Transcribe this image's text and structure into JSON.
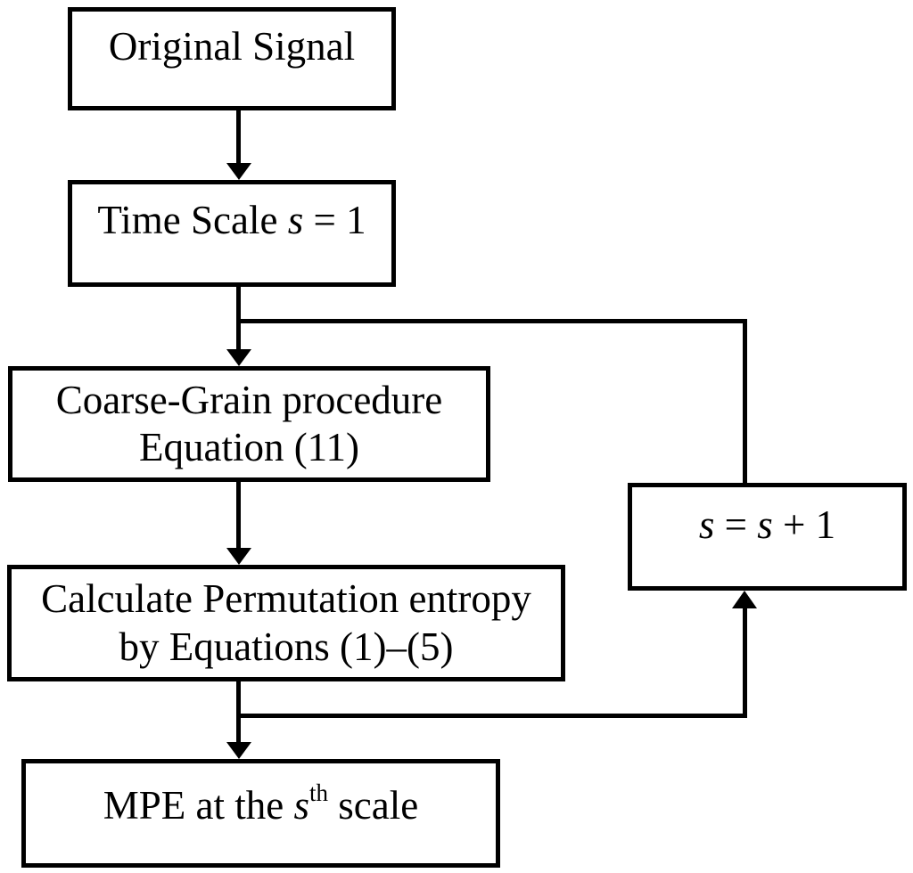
{
  "colors": {
    "ink": "#000000",
    "paper": "#ffffff",
    "box_fill": "#ffffff"
  },
  "nodes": {
    "original": {
      "label": "Original Signal"
    },
    "timescale": {
      "pre": "Time Scale ",
      "var": "s",
      "post": " = 1"
    },
    "coarse": {
      "line1": "Coarse-Grain procedure",
      "line2": "Equation (11)"
    },
    "permutation": {
      "line1": "Calculate Permutation entropy",
      "line2": "by Equations (1)–(5)"
    },
    "mpe": {
      "pre": "MPE at the ",
      "var": "s",
      "sup": "th",
      "post": " scale"
    },
    "increment": {
      "var1": "s",
      "mid": " = ",
      "var2": "s",
      "post": " + 1"
    }
  }
}
